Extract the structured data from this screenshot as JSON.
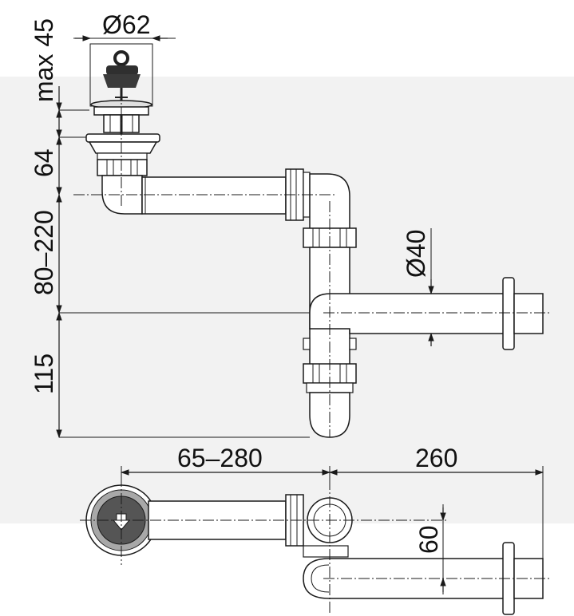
{
  "colors": {
    "background": "#ffffff",
    "band": "#f2f2f2",
    "line": "#1a1a1a",
    "stopper": "#3a3a3a",
    "drain_ring": "#9a9a9a"
  },
  "dimensions": {
    "max45": "max 45",
    "dia62": "Ø62",
    "d64": "64",
    "d80_220": "80–220",
    "d115": "115",
    "dia40": "Ø40",
    "d65_280": "65–280",
    "d260": "260",
    "d60": "60"
  }
}
